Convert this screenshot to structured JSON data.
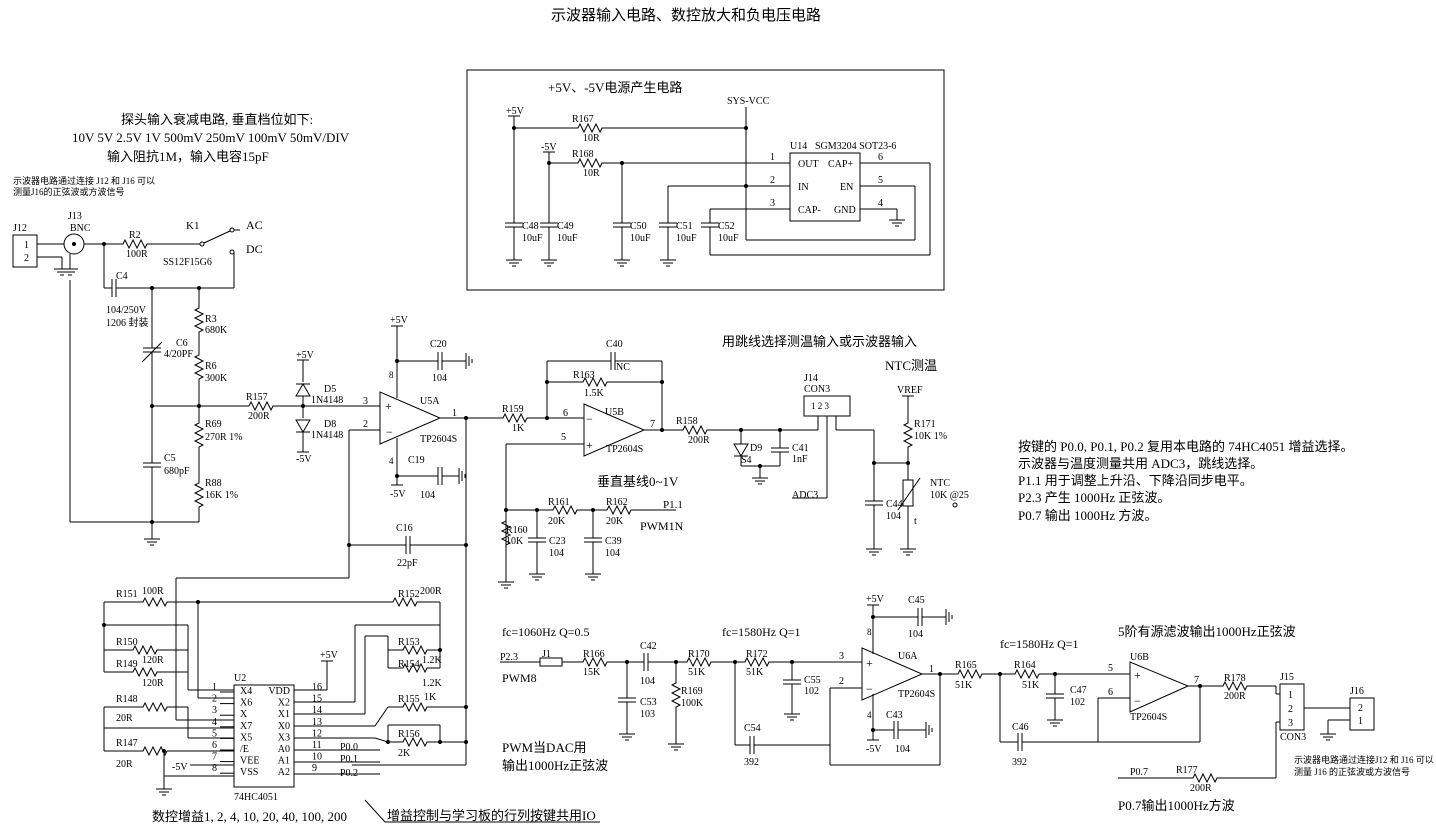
{
  "title": "示波器输入电路、数控放大和负电压电路",
  "power_box": {
    "title": "+5V、-5V电源产生电路",
    "sys_vcc": "SYS-VCC",
    "p5v": "+5V",
    "m5v": "-5V",
    "r167": {
      "ref": "R167",
      "val": "10R"
    },
    "r168": {
      "ref": "R168",
      "val": "10R"
    },
    "caps": [
      {
        "ref": "C48",
        "val": "10uF"
      },
      {
        "ref": "C49",
        "val": "10uF"
      },
      {
        "ref": "C50",
        "val": "10uF"
      },
      {
        "ref": "C51",
        "val": "10uF"
      },
      {
        "ref": "C52",
        "val": "10uF"
      }
    ],
    "u14": {
      "ref": "U14",
      "part": "SGM3204 SOT23-6",
      "pins_left": [
        {
          "num": "1",
          "name": "OUT"
        },
        {
          "num": "2",
          "name": "IN"
        },
        {
          "num": "3",
          "name": "CAP-"
        }
      ],
      "pins_right": [
        {
          "num": "6",
          "name": "CAP+"
        },
        {
          "num": "5",
          "name": "EN"
        },
        {
          "num": "4",
          "name": "GND"
        }
      ]
    }
  },
  "probe_notes": {
    "line1": "探头输入衰减电路, 垂直档位如下:",
    "line2": "10V 5V 2.5V 1V 500mV 250mV 100mV 50mV/DIV",
    "line3": "输入阻抗1M，输入电容15pF",
    "small1": "示波器电路通过连接 J12 和 J16 可以",
    "small2": "测量J16的正弦波或方波信号"
  },
  "input": {
    "j12": {
      "ref": "J12",
      "p1": "1",
      "p2": "2"
    },
    "j13": {
      "ref": "J13",
      "val": "BNC"
    },
    "r2": {
      "ref": "R2",
      "val": "100R"
    },
    "k1": {
      "ref": "K1",
      "part": "SS12F15G6",
      "ac": "AC",
      "dc": "DC"
    },
    "c4": {
      "ref": "C4",
      "val1": "104/250V",
      "val2": "1206 封装"
    },
    "c6": {
      "ref": "C6",
      "val": "4/20PF"
    },
    "c5": {
      "ref": "C5",
      "val": "680pF"
    },
    "r3": {
      "ref": "R3",
      "val": "680K"
    },
    "r6": {
      "ref": "R6",
      "val": "300K"
    },
    "r69": {
      "ref": "R69",
      "val": "270R 1%"
    },
    "r88": {
      "ref": "R88",
      "val": "16K 1%"
    },
    "r157": {
      "ref": "R157",
      "val": "200R"
    },
    "d5": {
      "ref": "D5",
      "val": "1N4148"
    },
    "d8": {
      "ref": "D8",
      "val": "1N4148"
    },
    "p5v": "+5V",
    "m5v": "-5V"
  },
  "u5a": {
    "ref": "U5A",
    "part": "TP2604S",
    "p3": "3",
    "p2": "2",
    "p1": "1",
    "p8": "8",
    "p4": "4",
    "p5v": "+5V",
    "m5v": "-5V",
    "c20": {
      "ref": "C20",
      "val": "104"
    },
    "c19": {
      "ref": "C19",
      "val": "104"
    },
    "c16": {
      "ref": "C16",
      "val": "22pF"
    }
  },
  "u5b": {
    "ref": "U5B",
    "part": "TP2604S",
    "p6": "6",
    "p5": "5",
    "p7": "7",
    "c40": {
      "ref": "C40",
      "val": "NC"
    },
    "r163": {
      "ref": "R163",
      "val": "1.5K"
    },
    "r159": {
      "ref": "R159",
      "val": "1K"
    },
    "r158": {
      "ref": "R158",
      "val": "200R"
    },
    "d9": {
      "ref": "D9",
      "val": "S4"
    },
    "c41": {
      "ref": "C41",
      "val": "1nF"
    },
    "baseline": "垂直基线0~1V",
    "r160": {
      "ref": "R160",
      "val": "10K"
    },
    "r161": {
      "ref": "R161",
      "val": "20K"
    },
    "r162": {
      "ref": "R162",
      "val": "20K"
    },
    "c23": {
      "ref": "C23",
      "val": "104"
    },
    "c39": {
      "ref": "C39",
      "val": "104"
    },
    "p11": "P1.1",
    "pwm1n": "PWM1N"
  },
  "ntc": {
    "note": "用跳线选择测温输入或示波器输入",
    "title": "NTC测温",
    "j14": {
      "ref": "J14",
      "part": "CON3",
      "pins": "1 2 3"
    },
    "adc3": "ADC3",
    "vref": "VREF",
    "r171": {
      "ref": "R171",
      "val": "10K 1%"
    },
    "ntc": {
      "ref": "NTC",
      "val": "10K @25",
      "t": "t"
    },
    "c44": {
      "ref": "C44",
      "val": "104"
    }
  },
  "notes": {
    "n1": "按键的 P0.0, P0.1, P0.2 复用本电路的 74HC4051 增益选择。",
    "n2": "示波器与温度测量共用 ADC3，跳线选择。",
    "n3": "P1.1 用于调整上升沿、下降沿同步电平。",
    "n4": "P2.3 产生 1000Hz 正弦波。",
    "n5": "P0.7 输出 1000Hz 方波。"
  },
  "mux": {
    "u2": {
      "ref": "U2",
      "part": "74HC4051",
      "left": [
        {
          "num": "1",
          "name": "X4"
        },
        {
          "num": "2",
          "name": "X6"
        },
        {
          "num": "3",
          "name": "X"
        },
        {
          "num": "4",
          "name": "X7"
        },
        {
          "num": "5",
          "name": "X5"
        },
        {
          "num": "6",
          "name": "/E"
        },
        {
          "num": "7",
          "name": "VEE"
        },
        {
          "num": "8",
          "name": "VSS"
        }
      ],
      "right": [
        {
          "num": "16",
          "name": "VDD"
        },
        {
          "num": "15",
          "name": "X2"
        },
        {
          "num": "14",
          "name": "X1"
        },
        {
          "num": "13",
          "name": "X0"
        },
        {
          "num": "12",
          "name": "X3"
        },
        {
          "num": "11",
          "name": "A0"
        },
        {
          "num": "10",
          "name": "A1"
        },
        {
          "num": "9",
          "name": "A2"
        }
      ]
    },
    "r151": {
      "ref": "R151",
      "val": "100R"
    },
    "r152": {
      "ref": "R152",
      "val": "200R"
    },
    "r150": {
      "ref": "R150",
      "val": "120R"
    },
    "r149": {
      "ref": "R149",
      "val": "120R"
    },
    "r148": {
      "ref": "R148",
      "val": "20R"
    },
    "r147": {
      "ref": "R147",
      "val": "20R"
    },
    "r153": {
      "ref": "R153",
      "val": "1.2K"
    },
    "r154": {
      "ref": "R154",
      "val": "1.2K"
    },
    "r155": {
      "ref": "R155",
      "val": "1K"
    },
    "r156": {
      "ref": "R156",
      "val": "2K"
    },
    "p00": "P0.0",
    "p01": "P0.1",
    "p02": "P0.2",
    "p5v": "+5V",
    "m5v": "-5V",
    "gain": "数控增益1, 2, 4, 10, 20, 40, 100, 200",
    "io_note": "增益控制与学习板的行列按键共用IO"
  },
  "filter": {
    "fc1": "fc=1060Hz Q=0.5",
    "fc2": "fc=1580Hz Q=1",
    "fc3": "fc=1580Hz Q=1",
    "title": "5阶有源滤波输出1000Hz正弦波",
    "p23": "P2.3",
    "pwm8": "PWM8",
    "pwm_note1": "PWM当DAC用",
    "pwm_note2": "输出1000Hz正弦波",
    "j1": "J1",
    "r166": {
      "ref": "R166",
      "val": "15K"
    },
    "c42": {
      "ref": "C42",
      "val": "104"
    },
    "c53": {
      "ref": "C53",
      "val": "103"
    },
    "r170": {
      "ref": "R170",
      "val": "51K"
    },
    "r169": {
      "ref": "R169",
      "val": "100K"
    },
    "r172": {
      "ref": "R172",
      "val": "51K"
    },
    "c55": {
      "ref": "C55",
      "val": "102"
    },
    "c54": {
      "ref": "C54",
      "val": "392"
    },
    "u6a": {
      "ref": "U6A",
      "part": "TP2604S",
      "p3": "3",
      "p2": "2",
      "p1": "1",
      "p8": "8",
      "p4": "4"
    },
    "p5v": "+5V",
    "m5v": "-5V",
    "c45": {
      "ref": "C45",
      "val": "104"
    },
    "c43": {
      "ref": "C43",
      "val": "104"
    },
    "r165": {
      "ref": "R165",
      "val": "51K"
    },
    "r164": {
      "ref": "R164",
      "val": "51K"
    },
    "c47": {
      "ref": "C47",
      "val": "102"
    },
    "c46": {
      "ref": "C46",
      "val": "392"
    },
    "u6b": {
      "ref": "U6B",
      "part": "TP2604S",
      "p5": "5",
      "p6": "6",
      "p7": "7"
    },
    "r178": {
      "ref": "R178",
      "val": "200R"
    },
    "j15": {
      "ref": "J15",
      "part": "CON3",
      "p1": "1",
      "p2": "2",
      "p3": "3"
    },
    "j16": {
      "ref": "J16",
      "p2": "2",
      "p1": "1"
    },
    "small1": "示波器电路通过连接J12 和 J16 可以",
    "small2": "测量 J16 的正弦波或方波信号",
    "p07": "P0.7",
    "r177": {
      "ref": "R177",
      "val": "200R"
    },
    "sq_note": "P0.7输出1000Hz方波"
  }
}
